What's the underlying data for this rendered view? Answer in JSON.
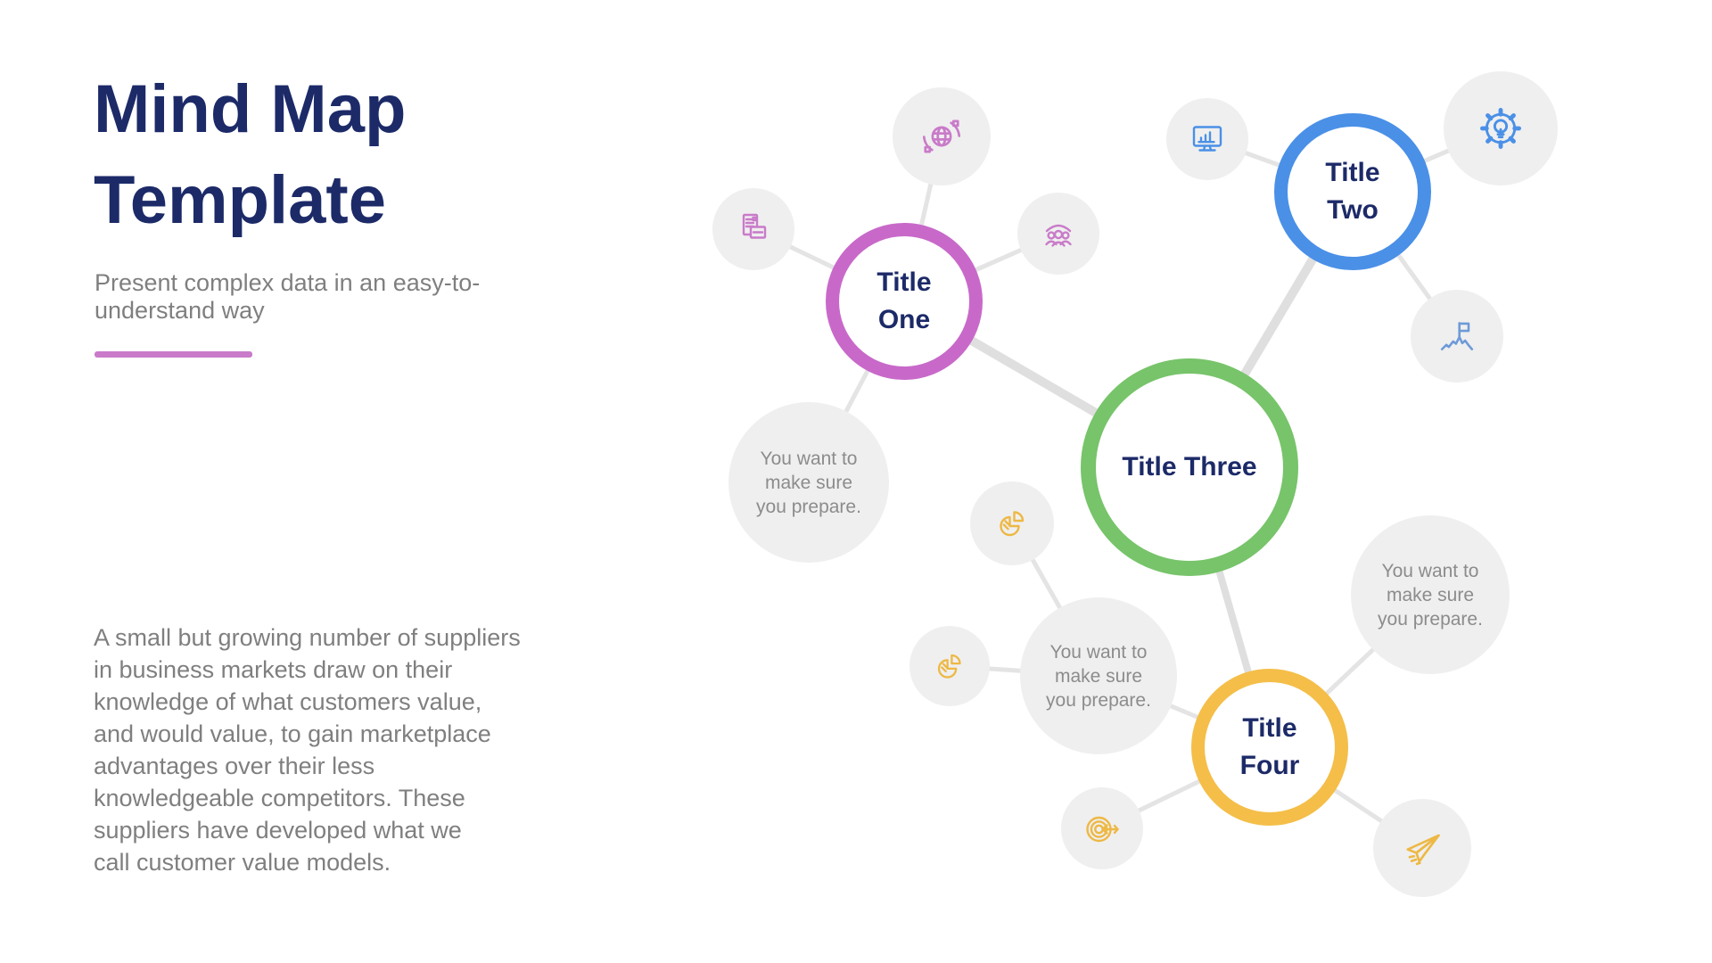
{
  "slide": {
    "title": "Mind Map\nTemplate",
    "subtitle": "Present complex data in an easy-to-\nunderstand way",
    "paragraph": "A small but growing number of suppliers\nin business markets draw on their\nknowledge of what customers value,\nand would value, to gain marketplace\nadvantages over their less\nknowledgeable competitors. These\nsuppliers have developed what we\ncall customer value models.",
    "accent_color": "#C97BC9",
    "title_color": "#1C2A68",
    "body_text_color": "#7F7F7F"
  },
  "mindmap": {
    "nodes": [
      {
        "id": "title-one",
        "label": "Title\nOne",
        "color": "#C869C9"
      },
      {
        "id": "title-two",
        "label": "Title\nTwo",
        "color": "#4A90E7"
      },
      {
        "id": "title-three",
        "label": "Title Three",
        "color": "#77C46A"
      },
      {
        "id": "title-four",
        "label": "Title\nFour",
        "color": "#F4BE49"
      }
    ],
    "notes": [
      {
        "text": "You want to\nmake sure\nyou prepare."
      },
      {
        "text": "You want to\nmake sure\nyou prepare."
      },
      {
        "text": "You want to\nmake sure\nyou prepare."
      }
    ],
    "satellite_icons": [
      {
        "name": "globe-sync-icon",
        "color": "#C97BC9"
      },
      {
        "name": "documents-icon",
        "color": "#C97BC9"
      },
      {
        "name": "team-icon",
        "color": "#C97BC9"
      },
      {
        "name": "monitor-chart-icon",
        "color": "#4A90E7"
      },
      {
        "name": "gear-idea-icon",
        "color": "#4A90E7"
      },
      {
        "name": "flag-summit-icon",
        "color": "#6E9AD8"
      },
      {
        "name": "pie-chart-icon",
        "color": "#EDB844"
      },
      {
        "name": "pie-chart-icon-2",
        "color": "#EDB844"
      },
      {
        "name": "target-arrow-icon",
        "color": "#EDB844"
      },
      {
        "name": "paper-plane-icon",
        "color": "#EDB844"
      }
    ],
    "node_text_color": "#1C2A68",
    "note_text_color": "#8C8C8C",
    "satellite_bg_color": "#EFEFEF",
    "connector_color": "#E4E4E4"
  }
}
